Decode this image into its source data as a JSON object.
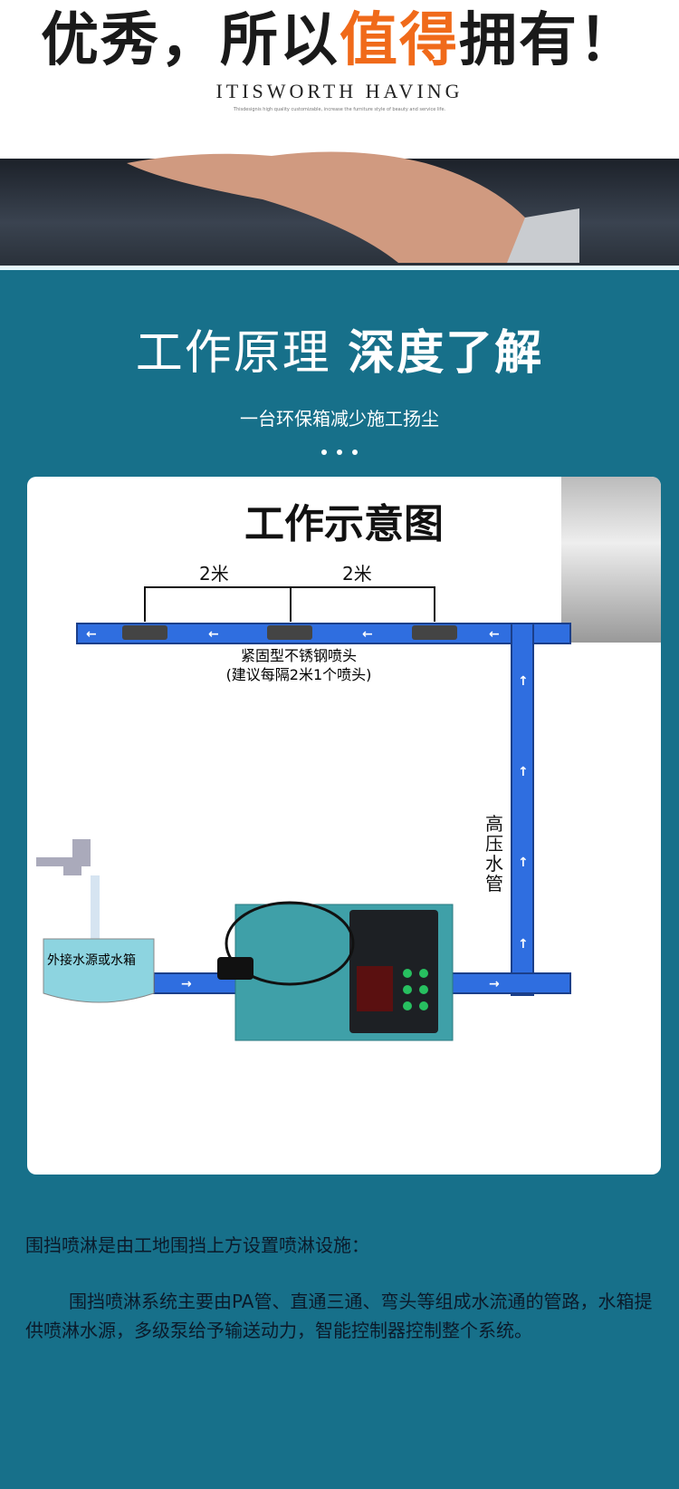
{
  "banner": {
    "headline_pre": "优秀，所以",
    "headline_highlight": "值得",
    "headline_post": "拥有！",
    "subtitle": "ITISWORTH HAVING",
    "fine_print": "Thisdesignis high quality customizable, increase the furniture style of beauty and service life.",
    "highlight_color": "#f06a1a"
  },
  "section": {
    "title_light": "工作原理",
    "title_bold": "深度了解",
    "tagline": "一台环保箱减少施工扬尘"
  },
  "diagram": {
    "title": "工作示意图",
    "spacing_left": "2米",
    "spacing_right": "2米",
    "nozzle_label": "紧固型不锈钢喷头",
    "nozzle_note": "(建议每隔2米1个喷头)",
    "pipe_label": [
      "高",
      "压",
      "水",
      "管"
    ],
    "source_label": "外接水源或水箱"
  },
  "description": {
    "intro": "围挡喷淋是由工地围挡上方设置喷淋设施：",
    "body": "围挡喷淋系统主要由PA管、直通三通、弯头等组成水流通的管路，水箱提供喷淋水源，多级泵给予输送动力，智能控制器控制整个系统。"
  },
  "colors": {
    "background": "#17708a",
    "pipe": "#2f6ee0"
  }
}
